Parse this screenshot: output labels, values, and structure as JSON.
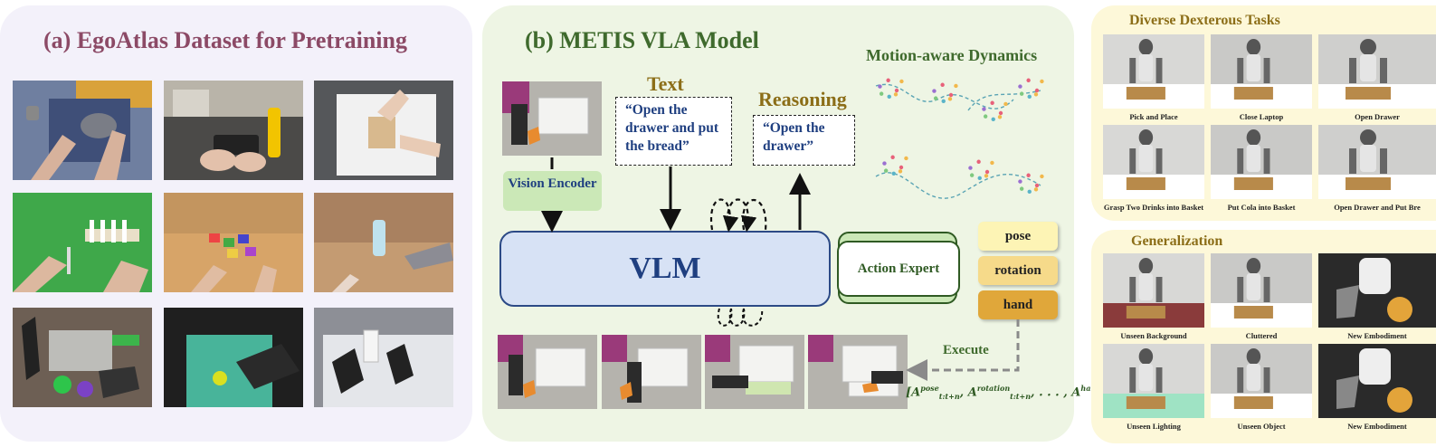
{
  "panel_a": {
    "title": "(a) EgoAtlas Dataset for Pretraining"
  },
  "panel_b": {
    "title": "(b) METIS VLA Model",
    "text_label": "Text",
    "text_quote": "“Open the drawer and put the bread”",
    "reasoning_label": "Reasoning",
    "reasoning_quote": "“Open the drawer”",
    "vision_encoder": "Vision Encoder",
    "vlm": "VLM",
    "action_expert": "Action Expert",
    "motion_title": "Motion-aware Dynamics",
    "tokens": {
      "pose": "pose",
      "rotation": "rotation",
      "hand": "hand"
    },
    "execute": "Execute",
    "formula": {
      "open": "[",
      "sub": "t:t+n",
      "pose": "pose",
      "rotation": "rotation",
      "hand": "hand",
      "sep1": ", ",
      "sep2": ", . . . , ",
      "close": "]"
    }
  },
  "panel_c": {
    "title": "Diverse Dexterous Tasks",
    "captions": [
      "Pick and Place",
      "Close Laptop",
      "Open Drawer",
      "Grasp Two Drinks into Basket",
      "Put Cola into Basket",
      "Open Drawer and Put Bre"
    ]
  },
  "panel_d": {
    "title": "Generalization",
    "captions": [
      "Unseen Background",
      "Cluttered",
      "New Embodiment",
      "Unseen Lighting",
      "Unseen Object",
      "New Embodiment"
    ]
  },
  "colors": {
    "panel_a_bg": "#f3f1fa",
    "panel_b_bg": "#eef5e4",
    "panel_c_bg": "#fdf8d9",
    "title_a": "#8c4a66",
    "title_b": "#3f6a2d",
    "token_pose": "#fdf4b5",
    "token_rotation": "#f6da8a",
    "token_hand": "#e0a73a"
  }
}
